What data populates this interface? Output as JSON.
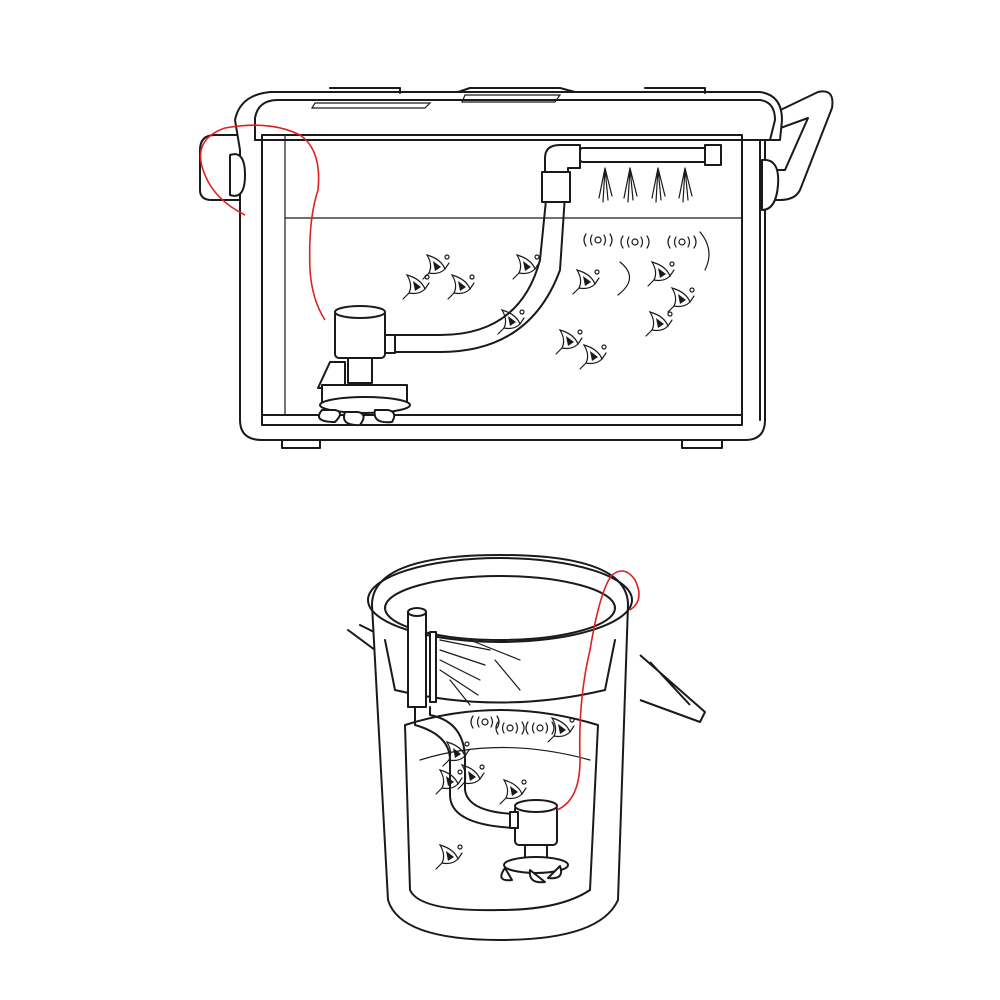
{
  "colors": {
    "line": "#1a1a1a",
    "wire": "#e02020",
    "background": "#ffffff"
  },
  "figures": [
    {
      "name": "cooler-aquarium",
      "parts": [
        "lid",
        "handles",
        "submersible-pump",
        "hose",
        "spray-bar",
        "fish",
        "power-wire"
      ]
    },
    {
      "name": "bucket-aquarium",
      "parts": [
        "bucket",
        "handle",
        "submersible-pump",
        "hose",
        "spray-outlet",
        "fish",
        "power-wire"
      ]
    }
  ]
}
